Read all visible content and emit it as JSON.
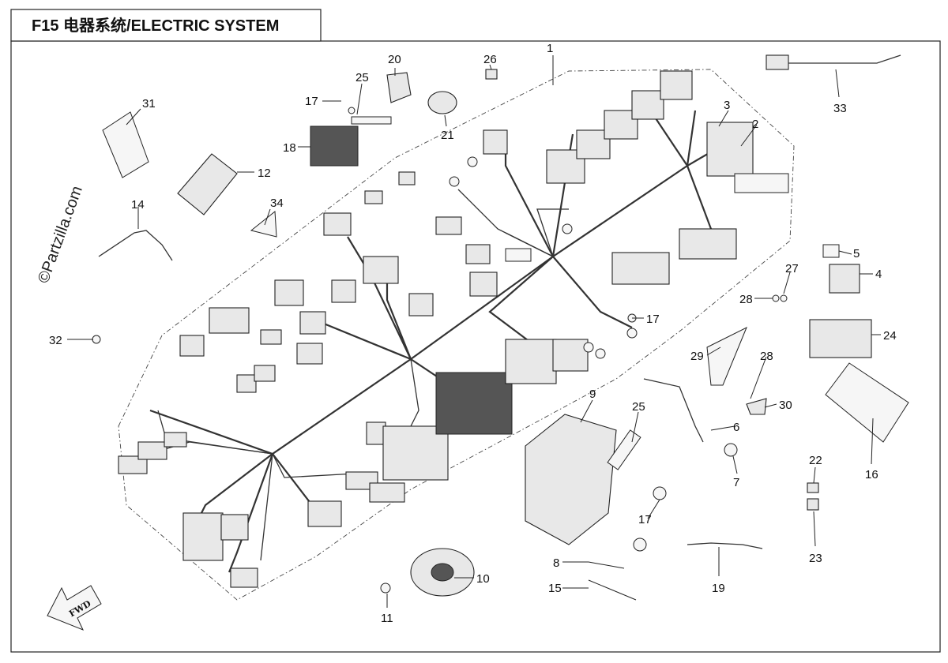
{
  "title": "F15 电器系统/ELECTRIC SYSTEM",
  "watermark": "©Partzilla.com",
  "fwd_label": "FWD",
  "callouts": [
    "1",
    "2",
    "3",
    "4",
    "5",
    "6",
    "7",
    "8",
    "9",
    "10",
    "11",
    "12",
    "14",
    "15",
    "16",
    "17",
    "17",
    "17",
    "18",
    "19",
    "20",
    "21",
    "22",
    "23",
    "24",
    "25",
    "25",
    "26",
    "27",
    "28",
    "28",
    "29",
    "30",
    "31",
    "32",
    "33",
    "34"
  ]
}
